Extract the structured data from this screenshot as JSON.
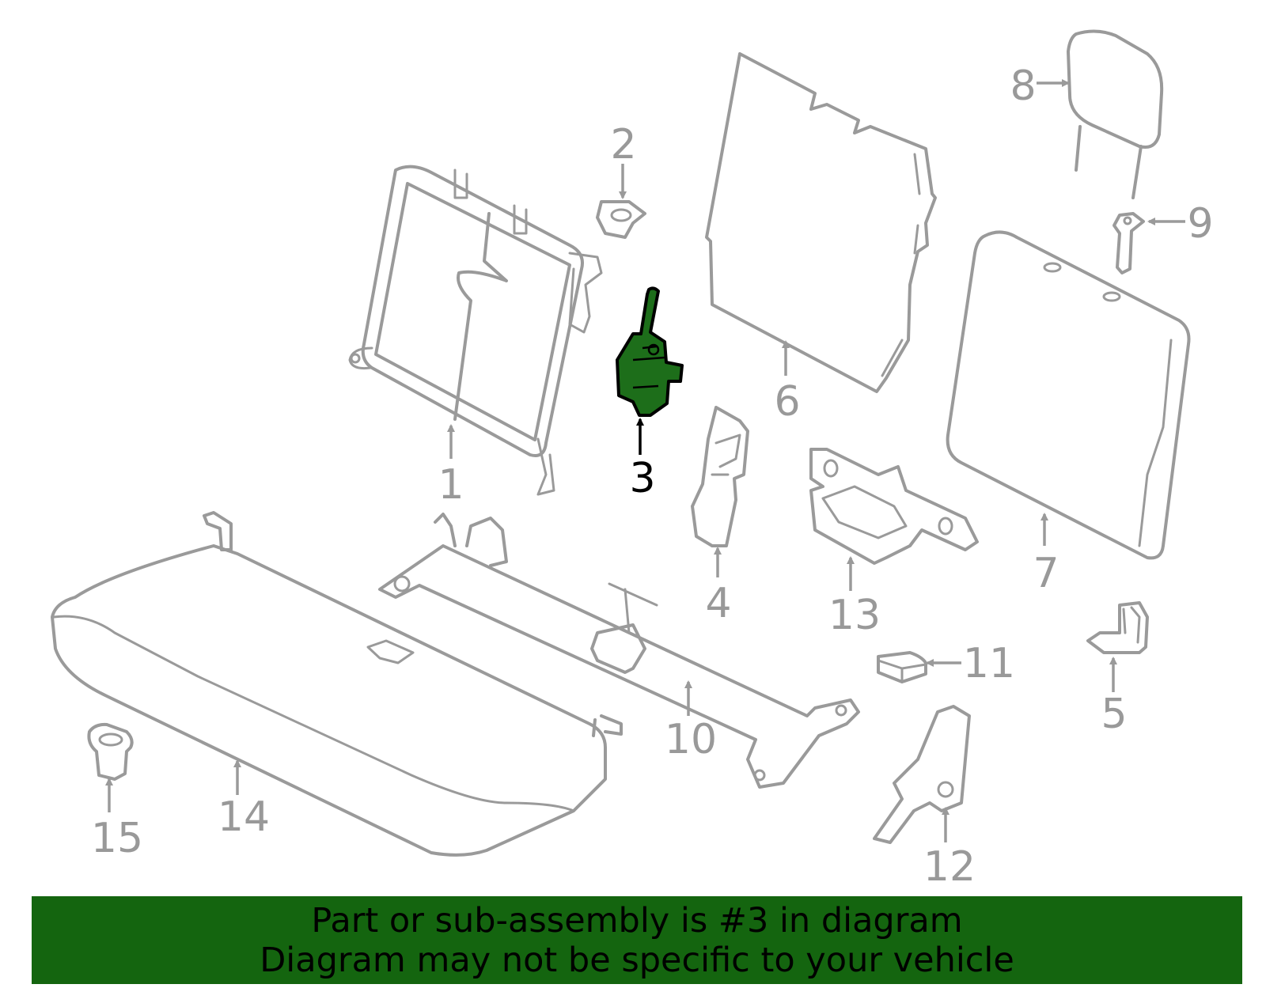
{
  "callouts": [
    {
      "id": "1",
      "label": "1"
    },
    {
      "id": "2",
      "label": "2"
    },
    {
      "id": "3",
      "label": "3",
      "highlighted": true
    },
    {
      "id": "4",
      "label": "4"
    },
    {
      "id": "5",
      "label": "5"
    },
    {
      "id": "6",
      "label": "6"
    },
    {
      "id": "7",
      "label": "7"
    },
    {
      "id": "8",
      "label": "8"
    },
    {
      "id": "9",
      "label": "9"
    },
    {
      "id": "10",
      "label": "10"
    },
    {
      "id": "11",
      "label": "11"
    },
    {
      "id": "12",
      "label": "12"
    },
    {
      "id": "13",
      "label": "13"
    },
    {
      "id": "14",
      "label": "14"
    },
    {
      "id": "15",
      "label": "15"
    }
  ],
  "colors": {
    "outline": "#9a9a9a",
    "highlight_fill": "#1d6e1a",
    "banner_bg": "#14650f"
  },
  "banner": {
    "line1": "Part or sub-assembly is #3 in diagram",
    "line2": "Diagram may not be specific to your vehicle"
  }
}
